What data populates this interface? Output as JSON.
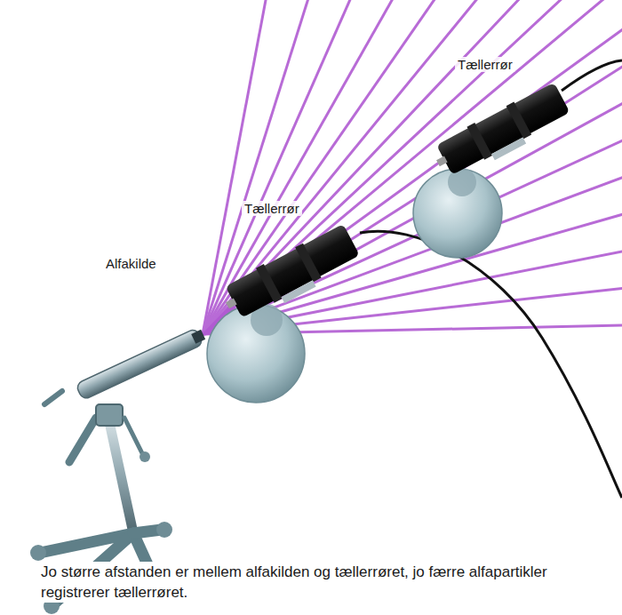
{
  "diagram": {
    "caption": "Jo større afstanden er mellem alfakilden og tællerrøret, jo færre alfapartikler registrerer tællerrøret.",
    "labels": [
      "Tællerrør",
      "Tællerrør",
      "Alfakilde"
    ]
  }
}
